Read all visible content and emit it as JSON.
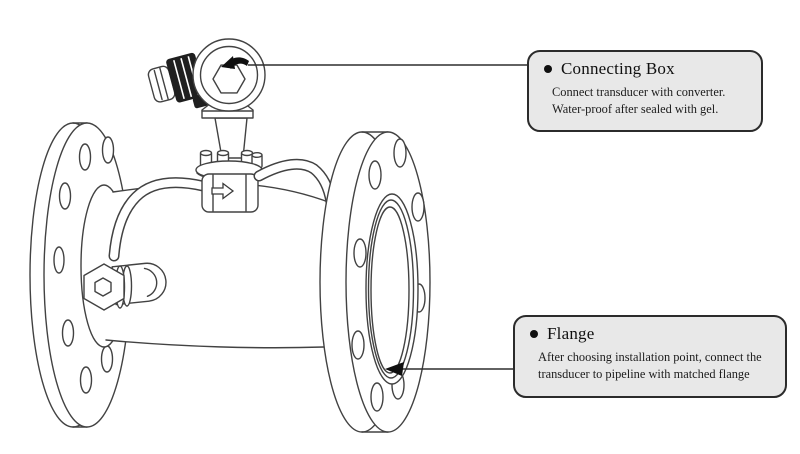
{
  "callouts": {
    "connecting_box": {
      "title": "Connecting Box",
      "body": "Connect transducer with converter.\nWater-proof after sealed with gel."
    },
    "flange": {
      "title": "Flange",
      "body": "After choosing installation point, connect the\ntransducer to pipeline with matched flange"
    }
  },
  "diagram": {
    "flow_arrow_icon": "right-arrow",
    "colors": {
      "background": "#ffffff",
      "callout_bg": "#e8e8e8",
      "callout_border": "#2b2b2b",
      "line_art": "#424242",
      "text": "#101010"
    }
  }
}
